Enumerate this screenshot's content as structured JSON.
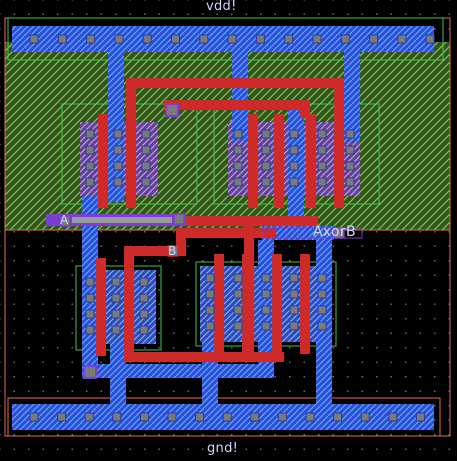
{
  "layout_editor": {
    "nets": {
      "vdd": "vdd!",
      "gnd": "gnd!",
      "input_a": "A",
      "input_b": "B",
      "output": "AxorB"
    },
    "colors": {
      "background": "#000000",
      "grid_dots": "#6a6a6a",
      "nwell_fill": "#3a5a24",
      "nwell_hatch": "#7ad24a",
      "select_outline": "#3ec84a",
      "metal1": "#2a4ed8",
      "metal1_hatch": "#6dc8ff",
      "metal2": "#7b3fd0",
      "poly": "#d02828",
      "contact": "#7a7a7a",
      "cell_boundary": "#e07050",
      "label_text": "#cfd6ff"
    }
  }
}
